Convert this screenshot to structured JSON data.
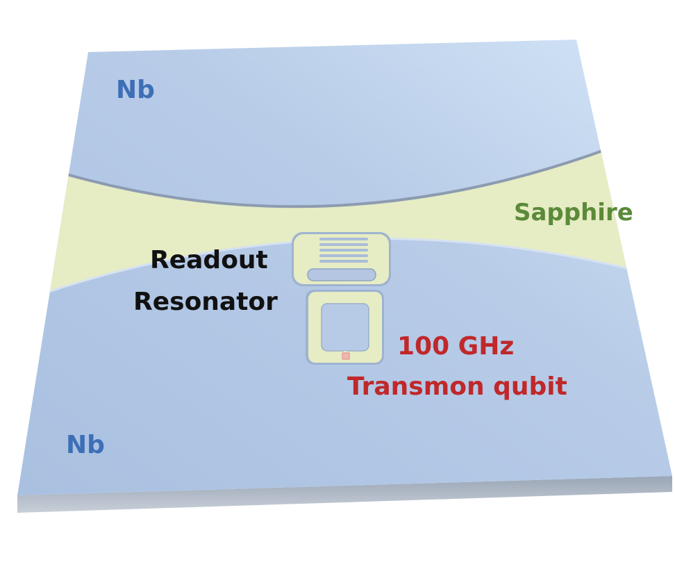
{
  "labels": {
    "nb_top": "Nb",
    "nb_bottom": "Nb",
    "sapphire": "Sapphire",
    "readout_line1": "Readout",
    "readout_line2": "Resonator",
    "qubit_line1": "100 GHz",
    "qubit_line2": "Transmon qubit"
  },
  "colors": {
    "nb": "#3d6fb6",
    "sapphire": "#5a8a3a",
    "readout": "#111111",
    "qubit": "#c0282a",
    "metal": "#b9cde8",
    "substrate": "#e6ecc4"
  }
}
